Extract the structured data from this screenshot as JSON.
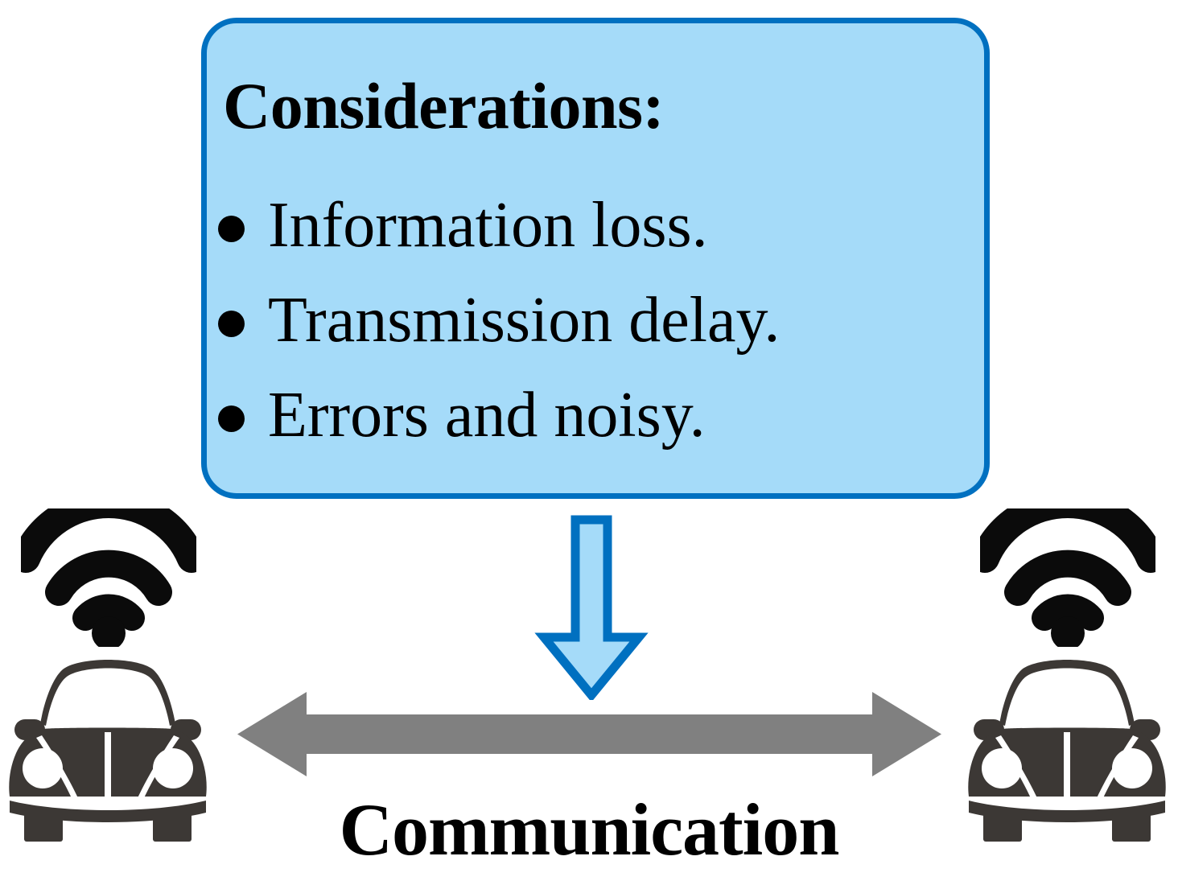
{
  "diagram": {
    "callout": {
      "title": "Considerations:",
      "bullets": [
        {
          "text": "Information loss."
        },
        {
          "text": "Transmission delay."
        },
        {
          "text": "Errors and noisy."
        }
      ],
      "fill_color": "#a5dbf9",
      "border_color": "#0070c0"
    },
    "down_arrow": {
      "label": "down-arrow",
      "fill_color": "#a5dbf9",
      "border_color": "#0070c0"
    },
    "link_arrow": {
      "label": "bidirectional-arrow",
      "color": "#808080"
    },
    "caption": "Communication",
    "nodes": [
      {
        "id": "left-vehicle",
        "wifi_label": "wifi-signal",
        "car_label": "car",
        "car_color": "#3c3835",
        "wifi_color": "#0b0b0b"
      },
      {
        "id": "right-vehicle",
        "wifi_label": "wifi-signal",
        "car_label": "car",
        "car_color": "#3c3835",
        "wifi_color": "#0b0b0b"
      }
    ]
  }
}
